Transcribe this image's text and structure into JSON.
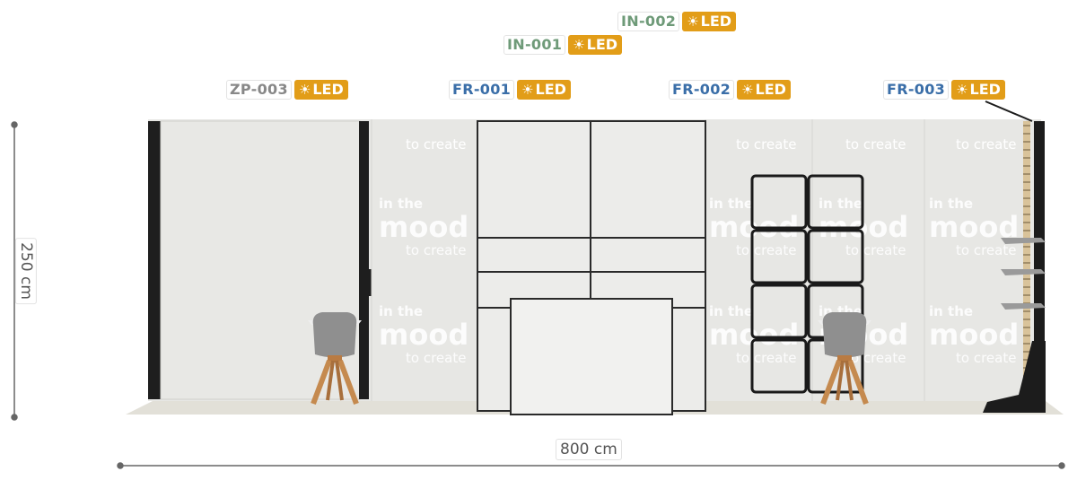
{
  "labels": {
    "zp003": {
      "code": "ZP-003",
      "led": "LED",
      "color": "#888888"
    },
    "fr001": {
      "code": "FR-001",
      "led": "LED",
      "color": "#3a6ea8"
    },
    "fr002": {
      "code": "FR-002",
      "led": "LED",
      "color": "#3a6ea8"
    },
    "fr003": {
      "code": "FR-003",
      "led": "LED",
      "color": "#3a6ea8"
    },
    "in001": {
      "code": "IN-001",
      "led": "LED",
      "color": "#6e9a78"
    },
    "in002": {
      "code": "IN-002",
      "led": "LED",
      "color": "#6e9a78"
    }
  },
  "dimensions": {
    "height": "250 cm",
    "width": "800 cm"
  },
  "wall_branding": {
    "line1": "in the",
    "line2": "mood",
    "line3": "to create"
  },
  "colors": {
    "led_badge": "#e29d18",
    "wall": "#e6e6e3",
    "floor": "#e2e0d8",
    "frame": "#222222"
  }
}
